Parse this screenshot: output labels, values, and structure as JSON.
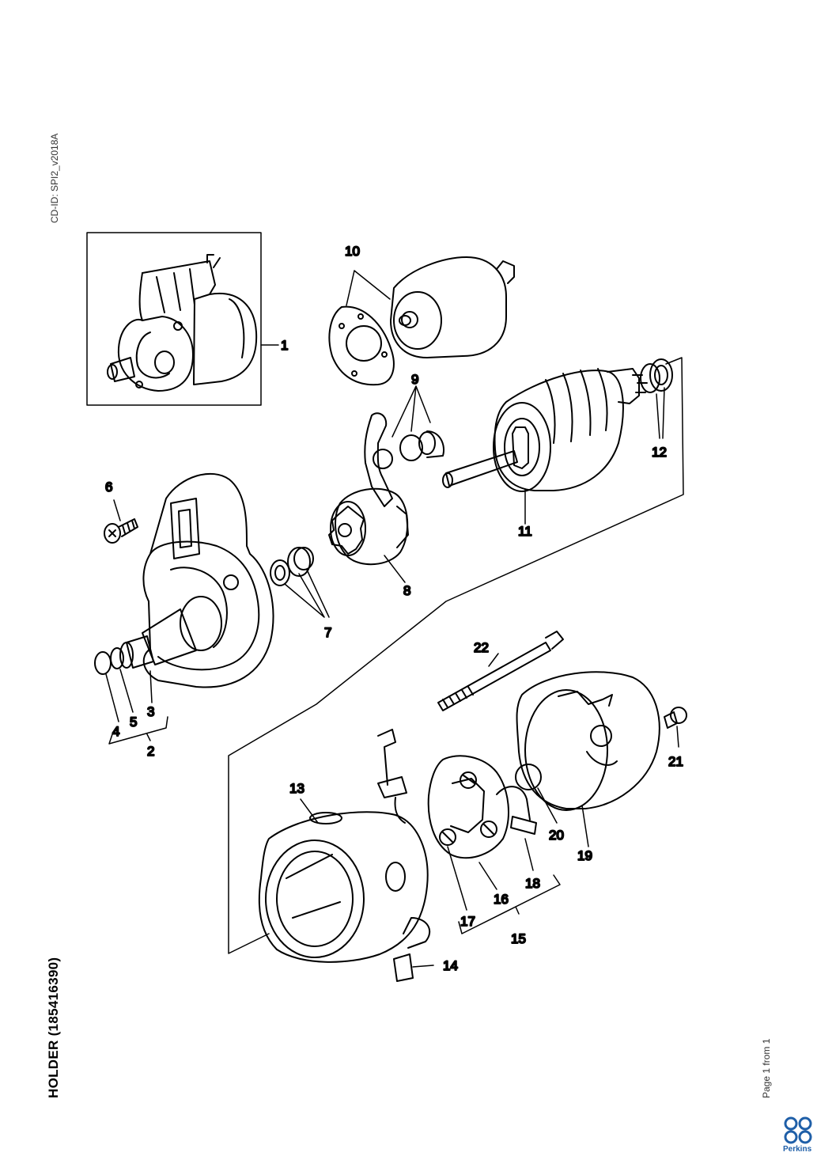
{
  "document": {
    "cd_id": "CD-ID: SPI2_v2018A",
    "title": "HOLDER (185416390)",
    "page_info": "Page 1 from 1",
    "brand": "Perkins",
    "brand_color": "#1f5fa8"
  },
  "callouts": {
    "c1": "1",
    "c2": "2",
    "c3": "3",
    "c4": "4",
    "c5": "5",
    "c6": "6",
    "c7": "7",
    "c8": "8",
    "c9": "9",
    "c10": "10",
    "c11": "11",
    "c12": "12",
    "c13": "13",
    "c14": "14",
    "c15": "15",
    "c16": "16",
    "c17": "17",
    "c18": "18",
    "c19": "19",
    "c20": "20",
    "c21": "21",
    "c22": "22"
  },
  "icons": {
    "logo": "perkins-logo-icon"
  }
}
